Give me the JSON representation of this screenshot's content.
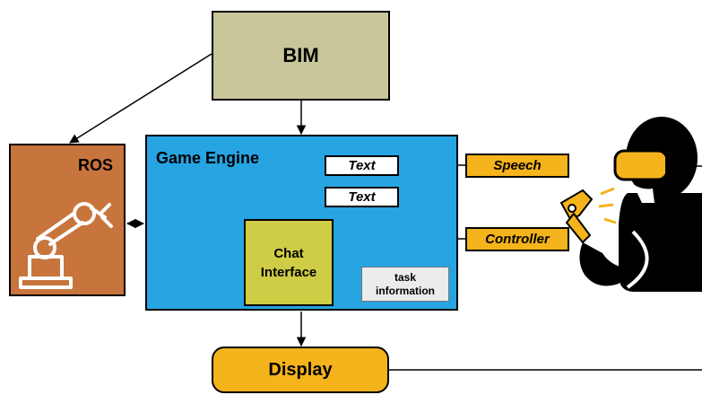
{
  "bim": {
    "label": "BIM"
  },
  "ros": {
    "label": "ROS"
  },
  "game_engine": {
    "label": "Game Engine",
    "text_box_1": "Text",
    "text_box_2": "Text",
    "chat_interface": {
      "line1": "Chat",
      "line2": "Interface"
    },
    "task_info": {
      "line1": "task",
      "line2": "information"
    }
  },
  "inputs": {
    "speech": "Speech",
    "controller": "Controller"
  },
  "display": {
    "label": "Display"
  },
  "icons": [
    "robot-arm-icon",
    "vr-headset-user-icon",
    "controller-icon"
  ],
  "colors": {
    "bim": "#c8c69a",
    "ros": "#c8743d",
    "game_engine": "#27a4e2",
    "chat_interface": "#cfcd45",
    "orange_accent": "#f5b31c",
    "task_info": "#ececec"
  }
}
